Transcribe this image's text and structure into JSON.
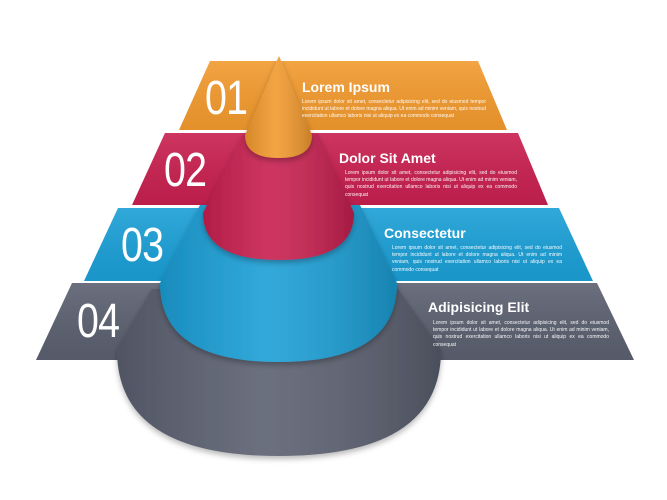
{
  "colors": {
    "level1": "#F29A2E",
    "level2": "#C8204F",
    "level3": "#1B9FD6",
    "level4": "#5B6070"
  },
  "levels": [
    {
      "number": "01",
      "title": "Lorem Ipsum",
      "body": "Lorem ipsum dolor sit amet, consectetur adipisicing elit, sed do eiusmod tempor incididunt ut labore et dolore magna aliqua. Ut enim ad minim veniam, quis nostrud exercitation ullamco laboris nisi ut aliquip ex ea commodo consequat"
    },
    {
      "number": "02",
      "title": "Dolor Sit Amet",
      "body": "Lorem ipsum dolor sit amet, consectetur adipisicing elit, sed do eiusmod tempor incididunt ut labore et dolore magna aliqua. Ut enim ad minim veniam, quis nostrud exercitation ullamco laboris nisi ut aliquip ex ea commodo consequat"
    },
    {
      "number": "03",
      "title": "Consectetur",
      "body": "Lorem ipsum dolor sit amet, consectetur adipisicing elit, sed do eiusmod tempor incididunt ut labore et dolore magna aliqua. Ut enim ad minim veniam, quis nostrud exercitation ullamco laboris nisi ut aliquip ex ea commodo consequat"
    },
    {
      "number": "04",
      "title": "Adipisicing Elit",
      "body": "Lorem ipsum dolor sit amet, consectetur adipisicing elit, sed do eiusmod tempor incididunt ut labore et dolore magna aliqua. Ut enim ad minim veniam, quis nostrud exercitation ullamco laboris nisi ut aliquip ex ea commodo consequat"
    }
  ]
}
